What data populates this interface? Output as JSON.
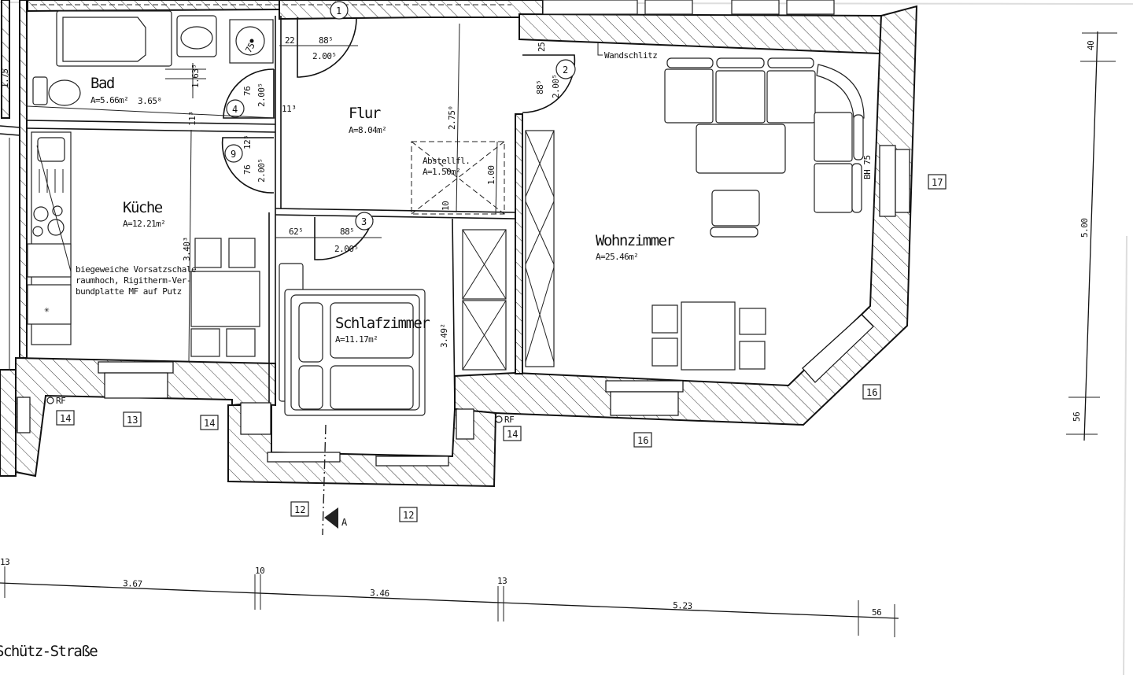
{
  "rooms": {
    "bad": {
      "name": "Bad",
      "area": "A=5.66m²"
    },
    "flur": {
      "name": "Flur",
      "area": "A=8.04m²"
    },
    "abstell": {
      "name": "Abstellfl.",
      "area": "A=1.50m²"
    },
    "kueche": {
      "name": "Küche",
      "area": "A=12.21m²"
    },
    "schlaf": {
      "name": "Schlafzimmer",
      "area": "A=11.17m²"
    },
    "wohn": {
      "name": "Wohnzimmer",
      "area": "A=25.46m²"
    }
  },
  "doors": [
    "1",
    "2",
    "3",
    "4",
    "9"
  ],
  "dims": {
    "d22": "22",
    "d1_w": "88⁵",
    "d1_h": "2.00⁵",
    "bad_h": "1.63⁵",
    "bad_w": "3.65⁸",
    "d113a": "11³",
    "d113b": "11³",
    "d4_w": "76",
    "d4_h": "2.00⁵",
    "d9_w": "76",
    "d9_h": "2.00⁵",
    "d9_x": "12⁵",
    "flur_h": "2.75⁰",
    "abst_h": "1.00",
    "d10": "10",
    "d2_t": "25",
    "d2_w": "88⁵",
    "d2_h": "2.00⁵",
    "d3_l": "62⁵",
    "d3_w": "88⁵",
    "d3_h": "2.00⁵",
    "kueche_h": "3.40³",
    "schlaf_h": "3.49²",
    "shower": "75",
    "left": "1.75"
  },
  "notes": {
    "wandschlitz": "Wandschlitz",
    "bh": "BH 75",
    "vorsatz": [
      "biegeweiche Vorsatzschale",
      "raumhoch, Rigitherm-Ver-",
      "bundplatte MF auf Putz"
    ],
    "rf1": "RF",
    "rf2": "RF",
    "section": "A"
  },
  "tags": [
    "14",
    "13",
    "14",
    "12",
    "12",
    "14",
    "16",
    "16",
    "17"
  ],
  "bottom_chain": [
    "13",
    "3.67",
    "10",
    "3.46",
    "13",
    "5.23",
    "56"
  ],
  "right_chain": [
    "40",
    "5.00",
    "56"
  ],
  "street": "Schütz-Straße"
}
